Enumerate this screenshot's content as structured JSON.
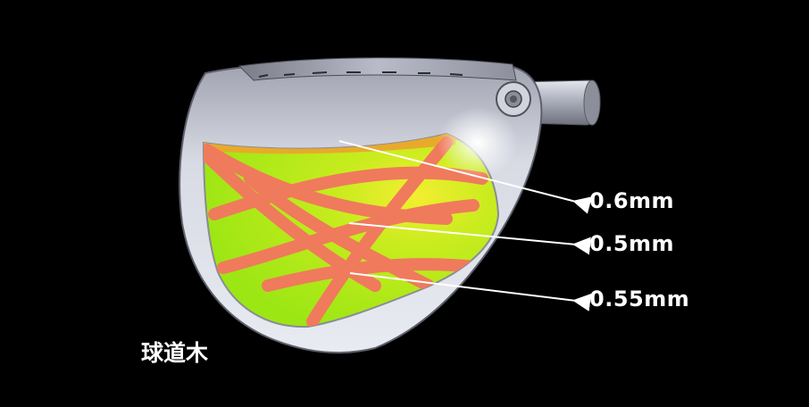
{
  "callouts": [
    {
      "label": "0.6mm"
    },
    {
      "label": "0.5mm"
    },
    {
      "label": "0.55mm"
    }
  ],
  "caption": "球道木",
  "colors": {
    "background": "#000000",
    "shell": "#c9cbd6",
    "face_green": "#9be81a",
    "face_yellow": "#f0e82a",
    "face_orange": "#e8a52a",
    "ribs": "#f07a5c",
    "arrow": "#ffffff"
  }
}
